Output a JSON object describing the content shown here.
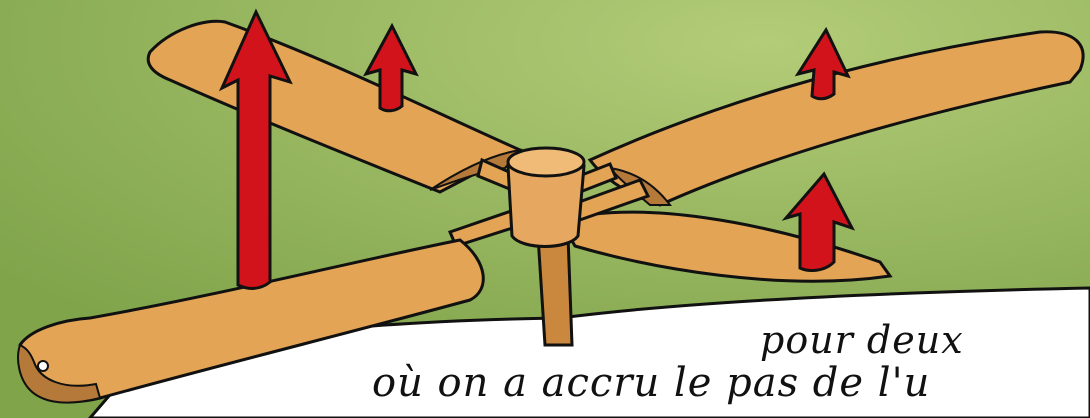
{
  "scene": {
    "background_color": "#8fb25a",
    "background_highlight": "#a9c46e",
    "paper_color": "#ffffff",
    "wood_color": "#e3a455",
    "wood_shadow": "#b57a39",
    "hub_color": "#e6a860",
    "outline_color": "#111111",
    "arrow_color": "#d3131b",
    "arrow_count": 4,
    "blade_count": 4
  },
  "caption": {
    "line1": "pour deux",
    "line2": "où on a accru le pas de l'u"
  }
}
